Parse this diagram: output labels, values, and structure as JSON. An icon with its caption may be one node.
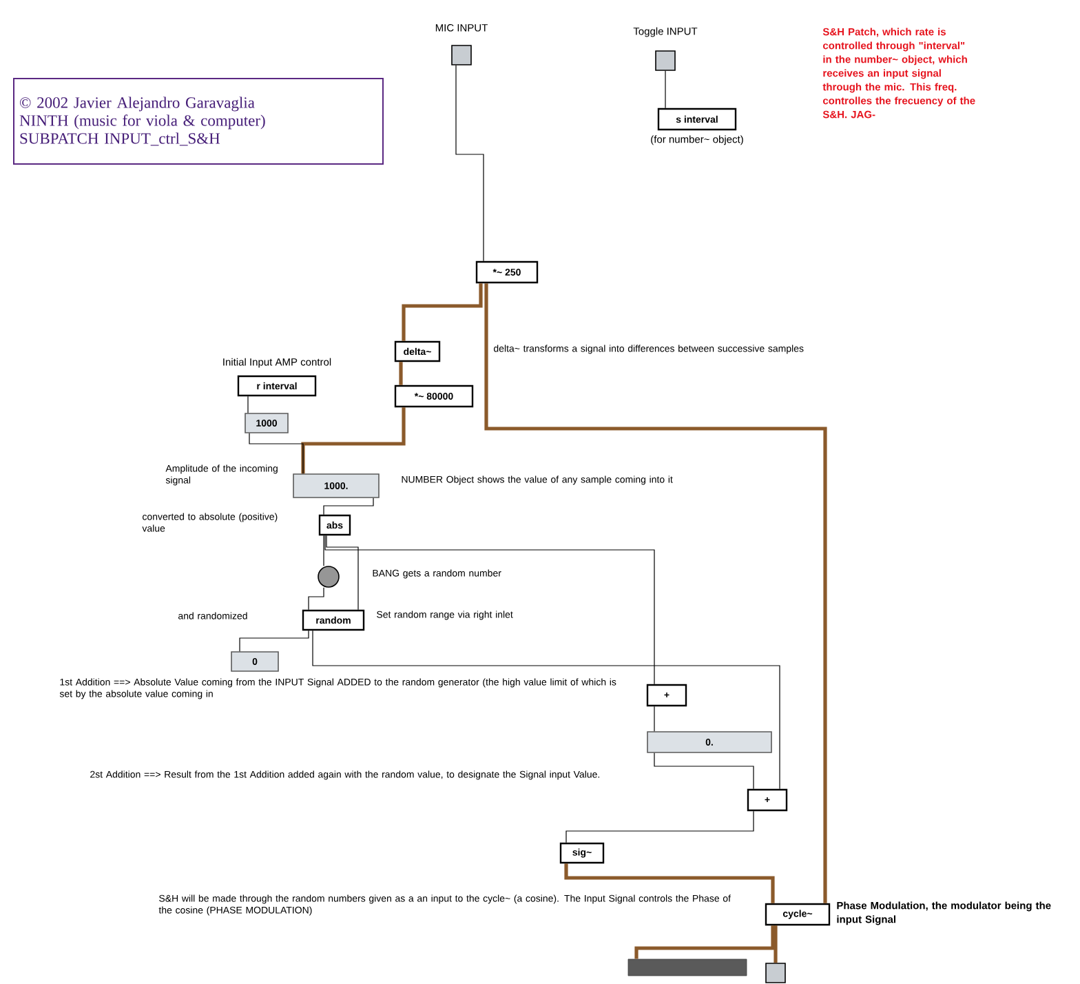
{
  "diagram": {
    "nodes": [
      {
        "text": [],
        "shape": "box",
        "beside": [
          "MIC INPUT"
        ]
      },
      {
        "text": [],
        "shape": "box",
        "beside": [
          "Toggle INPUT"
        ]
      },
      {
        "text": [
          "s interval"
        ],
        "beside": [
          "(for number~ object)"
        ]
      },
      {
        "text": [
          "*~ 250"
        ]
      },
      {
        "text": [
          "delta~"
        ]
      },
      {
        "text": [
          "r interval"
        ],
        "beside": [
          "Initial Input AMP control"
        ]
      },
      {
        "text": [
          "1000"
        ]
      },
      {
        "text": [
          "*~ 80000"
        ]
      },
      {
        "text": [
          "1000."
        ]
      },
      {
        "text": [
          "abs"
        ]
      },
      {
        "text": [],
        "shape": "circle"
      },
      {
        "text": [
          "random"
        ]
      },
      {
        "text": [
          "0"
        ]
      },
      {
        "text": [
          "+"
        ]
      },
      {
        "text": [
          "0."
        ]
      },
      {
        "text": [
          "+"
        ]
      },
      {
        "text": [
          "sig~"
        ]
      },
      {
        "text": [
          "cycle~"
        ]
      },
      {
        "text": [],
        "shape": "bar"
      },
      {
        "text": [],
        "shape": "box"
      },
      {
        "text": [
          "© 2002 Javier Alejandro Garavaglia",
          "NINTH (music for viola & computer)",
          "SUBPATCH INPUT_ctrl_S&H"
        ]
      }
    ],
    "edges": [
      {
        "from": 0,
        "to": 3,
        "arrow": "none"
      },
      {
        "from": 1,
        "to": 2,
        "arrow": "none"
      },
      {
        "from": 3,
        "to": 4,
        "arrow": "none",
        "style": "thick",
        "color": "#8b5a2b"
      },
      {
        "from": 3,
        "to": 17,
        "arrow": "none",
        "style": "thick",
        "color": "#8b5a2b"
      },
      {
        "from": 4,
        "to": 7,
        "arrow": "none",
        "style": "thick",
        "color": "#8b5a2b"
      },
      {
        "from": 7,
        "to": 8,
        "arrow": "none",
        "style": "thick",
        "color": "#8b5a2b"
      },
      {
        "from": 5,
        "to": 6,
        "arrow": "none"
      },
      {
        "from": 6,
        "to": 8,
        "arrow": "none"
      },
      {
        "from": 8,
        "to": 9,
        "arrow": "none"
      },
      {
        "from": 9,
        "to": 10,
        "arrow": "none"
      },
      {
        "from": 9,
        "to": 11,
        "arrow": "none"
      },
      {
        "from": 9,
        "to": 13,
        "arrow": "none"
      },
      {
        "from": 10,
        "to": 11,
        "arrow": "none"
      },
      {
        "from": 11,
        "to": 12,
        "arrow": "none"
      },
      {
        "from": 11,
        "to": 15,
        "arrow": "none"
      },
      {
        "from": 13,
        "to": 14,
        "arrow": "none"
      },
      {
        "from": 14,
        "to": 15,
        "arrow": "none"
      },
      {
        "from": 15,
        "to": 16,
        "arrow": "none"
      },
      {
        "from": 16,
        "to": 17,
        "arrow": "none",
        "style": "thick",
        "color": "#8b5a2b"
      },
      {
        "from": 17,
        "to": 18,
        "arrow": "none",
        "style": "thick",
        "color": "#8b5a2b"
      },
      {
        "from": 17,
        "to": 19,
        "arrow": "none",
        "style": "thick",
        "color": "#8b5a2b"
      }
    ],
    "labels": [
      "S&H Patch, which rate is controlled through \"interval\" in the number~ object, which receives an input signal through the mic. This freq. controlles the frecuency of the S&H. JAG-",
      "delta~ transforms a signal into differences between successive samples",
      "Amplitude of the incoming signal",
      "NUMBER Object shows the value of any sample coming into it",
      "converted to absolute (positive) value",
      "BANG gets a random number",
      "and randomized",
      "Set random range via right inlet",
      "1st Addition ==> Absolute Value coming from the INPUT Signal ADDED to the random generator (the high value limit of which is set by the absolute value coming in",
      "2st Addition ==> Result from the 1st Addition added again with the random value, to designate the Signal input Value.",
      "S&H will be made through the random numbers given as a an input to the cycle~ (a cosine). The Input Signal controls the Phase of the cosine (PHASE MODULATION)",
      "Phase Modulation, the modulator being the input Signal"
    ]
  }
}
